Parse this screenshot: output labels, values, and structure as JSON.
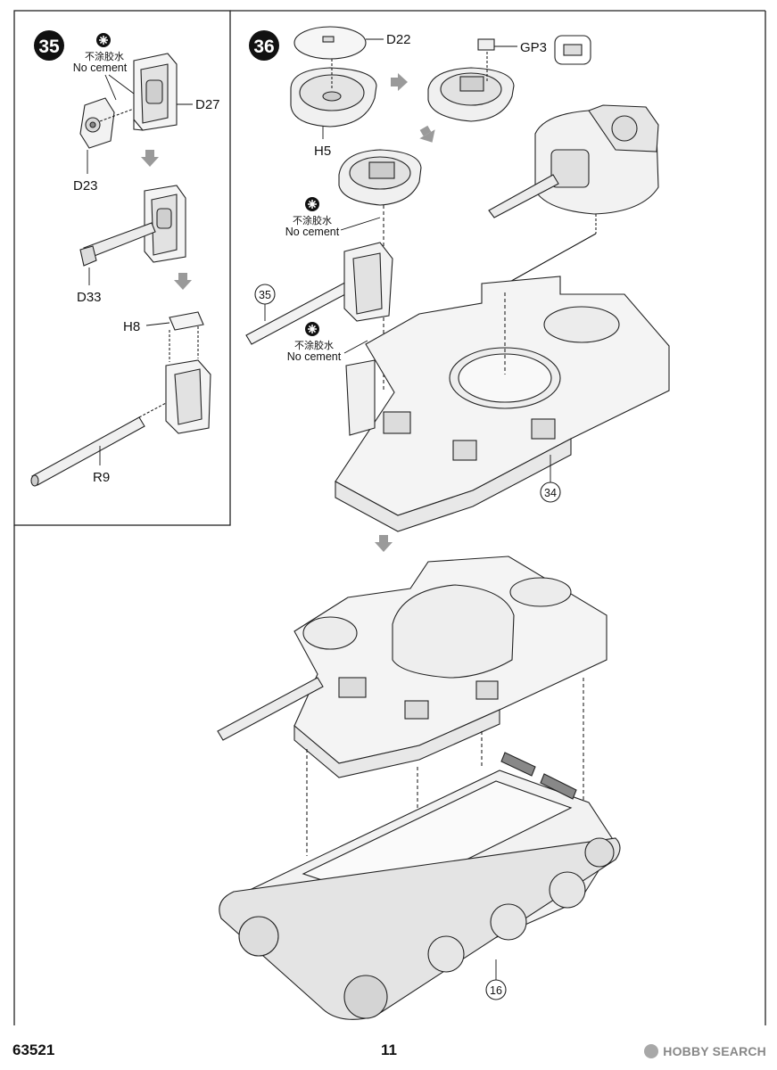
{
  "document": {
    "product_code": "63521",
    "page_number": "11",
    "watermark": "HOBBY SEARCH"
  },
  "steps": {
    "step35": {
      "number": "35",
      "note_cn": "不涂胶水",
      "note_en": "No cement",
      "parts": {
        "d27": "D27",
        "d23": "D23",
        "d33": "D33",
        "h8": "H8",
        "r9": "R9"
      }
    },
    "step36": {
      "number": "36",
      "note_cn": "不涂胶水",
      "note_en": "No cement",
      "parts": {
        "d22": "D22",
        "gp3": "GP3",
        "h5": "H5"
      },
      "refs": {
        "r35": "35",
        "r34": "34"
      }
    },
    "final": {
      "refs": {
        "r16": "16"
      }
    }
  },
  "icons": {
    "no_cement": "no-cement-icon",
    "arrow": "assembly-arrow-icon"
  }
}
